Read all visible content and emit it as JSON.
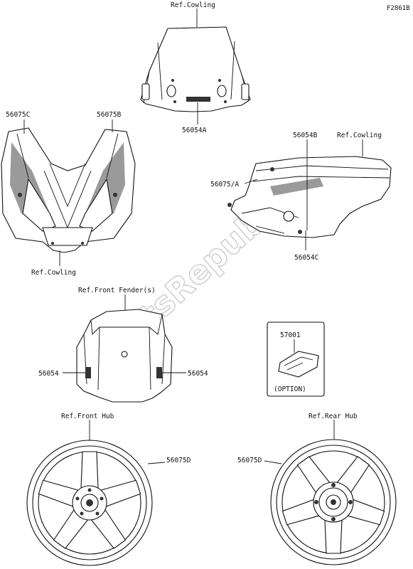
{
  "figure_code": "F2861B",
  "watermark": "PartsRepublik",
  "labels": {
    "ref_cowling_top": "Ref.Cowling",
    "windshield_decal": "56054A",
    "front_left_pinstripe": "56075C",
    "front_right_pinstripe": "56075B",
    "ref_cowling_front": "Ref.Cowling",
    "side_emblem": "56054B",
    "ref_cowling_side": "Ref.Cowling",
    "side_stripe": "56075/A",
    "side_lower_mark": "56054C",
    "ref_front_fender": "Ref.Front Fender(s)",
    "fender_left": "56054",
    "fender_right": "56054",
    "option_part": "57001",
    "option_text": "(OPTION)",
    "ref_front_hub": "Ref.Front Hub",
    "front_wheel_stripe": "56075D",
    "ref_rear_hub": "Ref.Rear Hub",
    "rear_wheel_stripe": "56075D"
  }
}
